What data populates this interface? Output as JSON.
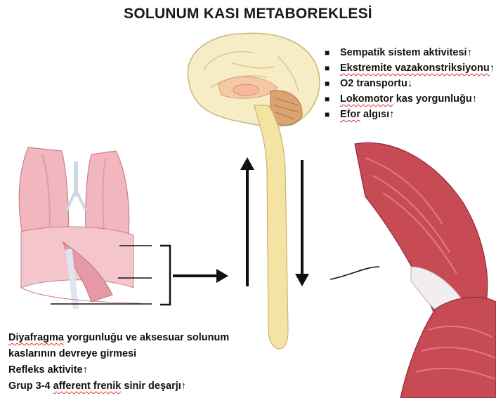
{
  "title": "SOLUNUM KASI METABOREKLESİ",
  "effects": [
    {
      "word": "Sempatik",
      "rest": " sistem aktivitesi",
      "arrow": "↑",
      "wavy": false
    },
    {
      "word": "Ekstremite vazakonstriksiyonu",
      "rest": "",
      "arrow": "↑",
      "wavy": true
    },
    {
      "word": "O2 transportu",
      "rest": "",
      "arrow": "↓",
      "wavy": false
    },
    {
      "word": "Lokomotor",
      "rest": " kas yorgunluğu",
      "arrow": "↑",
      "wavy": true
    },
    {
      "word": "Efor",
      "rest": " algısı",
      "arrow": "↑",
      "wavy": true
    }
  ],
  "notes": {
    "line1_wavy": "Diyafragma",
    "line1_rest": " yorgunluğu ve aksesuar solunum",
    "line2": "kaslarının devreye girmesi",
    "line3_text": "Refleks aktivite",
    "line3_arrow": "↑",
    "line4_a": "Grup 3-4 ",
    "line4_wavy": "afferent frenik",
    "line4_b": " sinir deşarjı",
    "line4_arrow": "↑"
  },
  "colors": {
    "spinal_cord": "#f3e4a4",
    "brain": "#f6ecc6",
    "lung": "#f0b4bd",
    "muscle": "#c84a55",
    "arrow": "#111111"
  }
}
